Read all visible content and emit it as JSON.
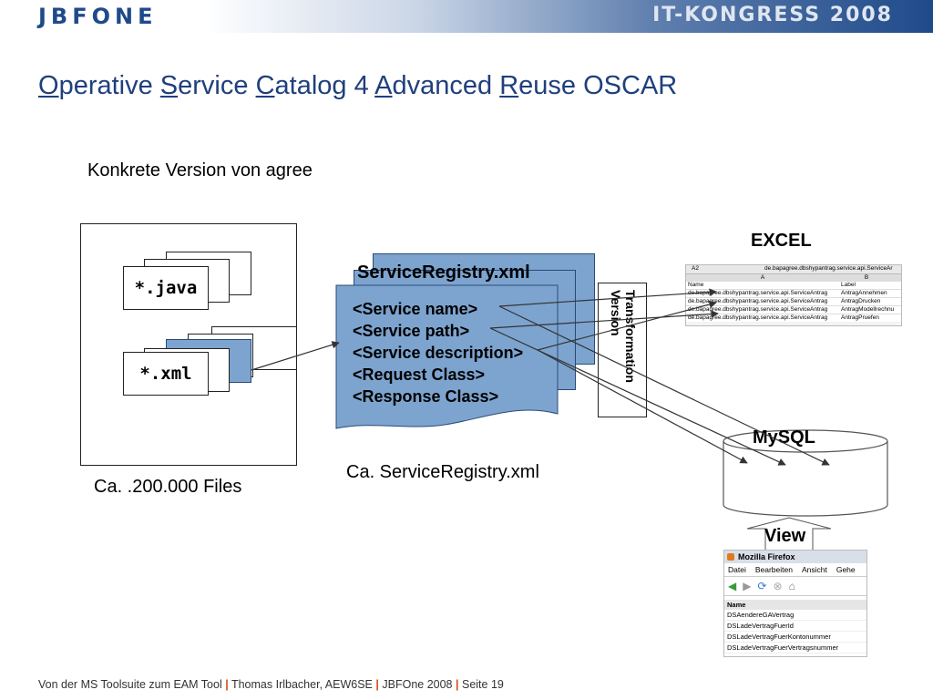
{
  "header": {
    "logo": "JBFONE",
    "event": "IT-KONGRESS 2008"
  },
  "title": {
    "parts": [
      {
        "text": "O",
        "u": true
      },
      {
        "text": "perative ",
        "u": false
      },
      {
        "text": "S",
        "u": true
      },
      {
        "text": "ervice ",
        "u": false
      },
      {
        "text": "C",
        "u": true
      },
      {
        "text": "atalog 4 ",
        "u": false
      },
      {
        "text": "A",
        "u": true
      },
      {
        "text": "dvanced ",
        "u": false
      },
      {
        "text": "R",
        "u": true
      },
      {
        "text": "euse OSCAR",
        "u": false
      }
    ]
  },
  "subtitle": "Konkrete Version von agree",
  "files": {
    "java_label": "*.java",
    "xml_label": "*.xml",
    "caption": "Ca. .200.000 Files"
  },
  "registry": {
    "heading": "ServiceRegistry.xml",
    "lines": [
      "<Service name>",
      "<Service path>",
      "<Service description>",
      "<Request Class>",
      "<Response Class>"
    ],
    "caption": "Ca. ServiceRegistry.xml"
  },
  "transformation": {
    "line1": "Transformation",
    "line2": "Version"
  },
  "excel": {
    "label": "EXCEL",
    "cell_ref": "A2",
    "formula": "de.bapagree.dbshypantrag.service.api.ServiceAr",
    "col_a": "A",
    "col_b": "B",
    "header": [
      "Name",
      "Label"
    ],
    "rows": [
      [
        "de.bapagree.dbshypantrag.service.api.ServiceAntrag",
        "AntragAnnehmen"
      ],
      [
        "de.bapagree.dbshypantrag.service.api.ServiceAntrag",
        "AntragDrucken"
      ],
      [
        "de.bapagree.dbshypantrag.service.api.ServiceAntrag",
        "AntragModellrechnu"
      ],
      [
        "de.bapagree.dbshypantrag.service.api.ServiceAntrag",
        "AntragPruefen"
      ]
    ]
  },
  "db": {
    "label": "MySQL",
    "view_label": "View"
  },
  "firefox": {
    "title": "Mozilla Firefox",
    "menu": [
      "Datei",
      "Bearbeiten",
      "Ansicht",
      "Gehe"
    ],
    "col_header": "Name",
    "rows": [
      "DSAendereGAVertrag",
      "DSLadeVertragFuerId",
      "DSLadeVertragFuerKontonummer",
      "DSLadeVertragFuerVertragsnummer"
    ]
  },
  "footer": {
    "part1": "Von der MS Toolsuite zum EAM Tool",
    "part2": "Thomas Irlbacher, AEW6SE",
    "part3": "JBFOne 2008",
    "part4": "Seite 19"
  },
  "colors": {
    "brand_blue": "#1f4a8a",
    "doc_blue": "#7da4cf",
    "accent_orange": "#d64b1a"
  }
}
